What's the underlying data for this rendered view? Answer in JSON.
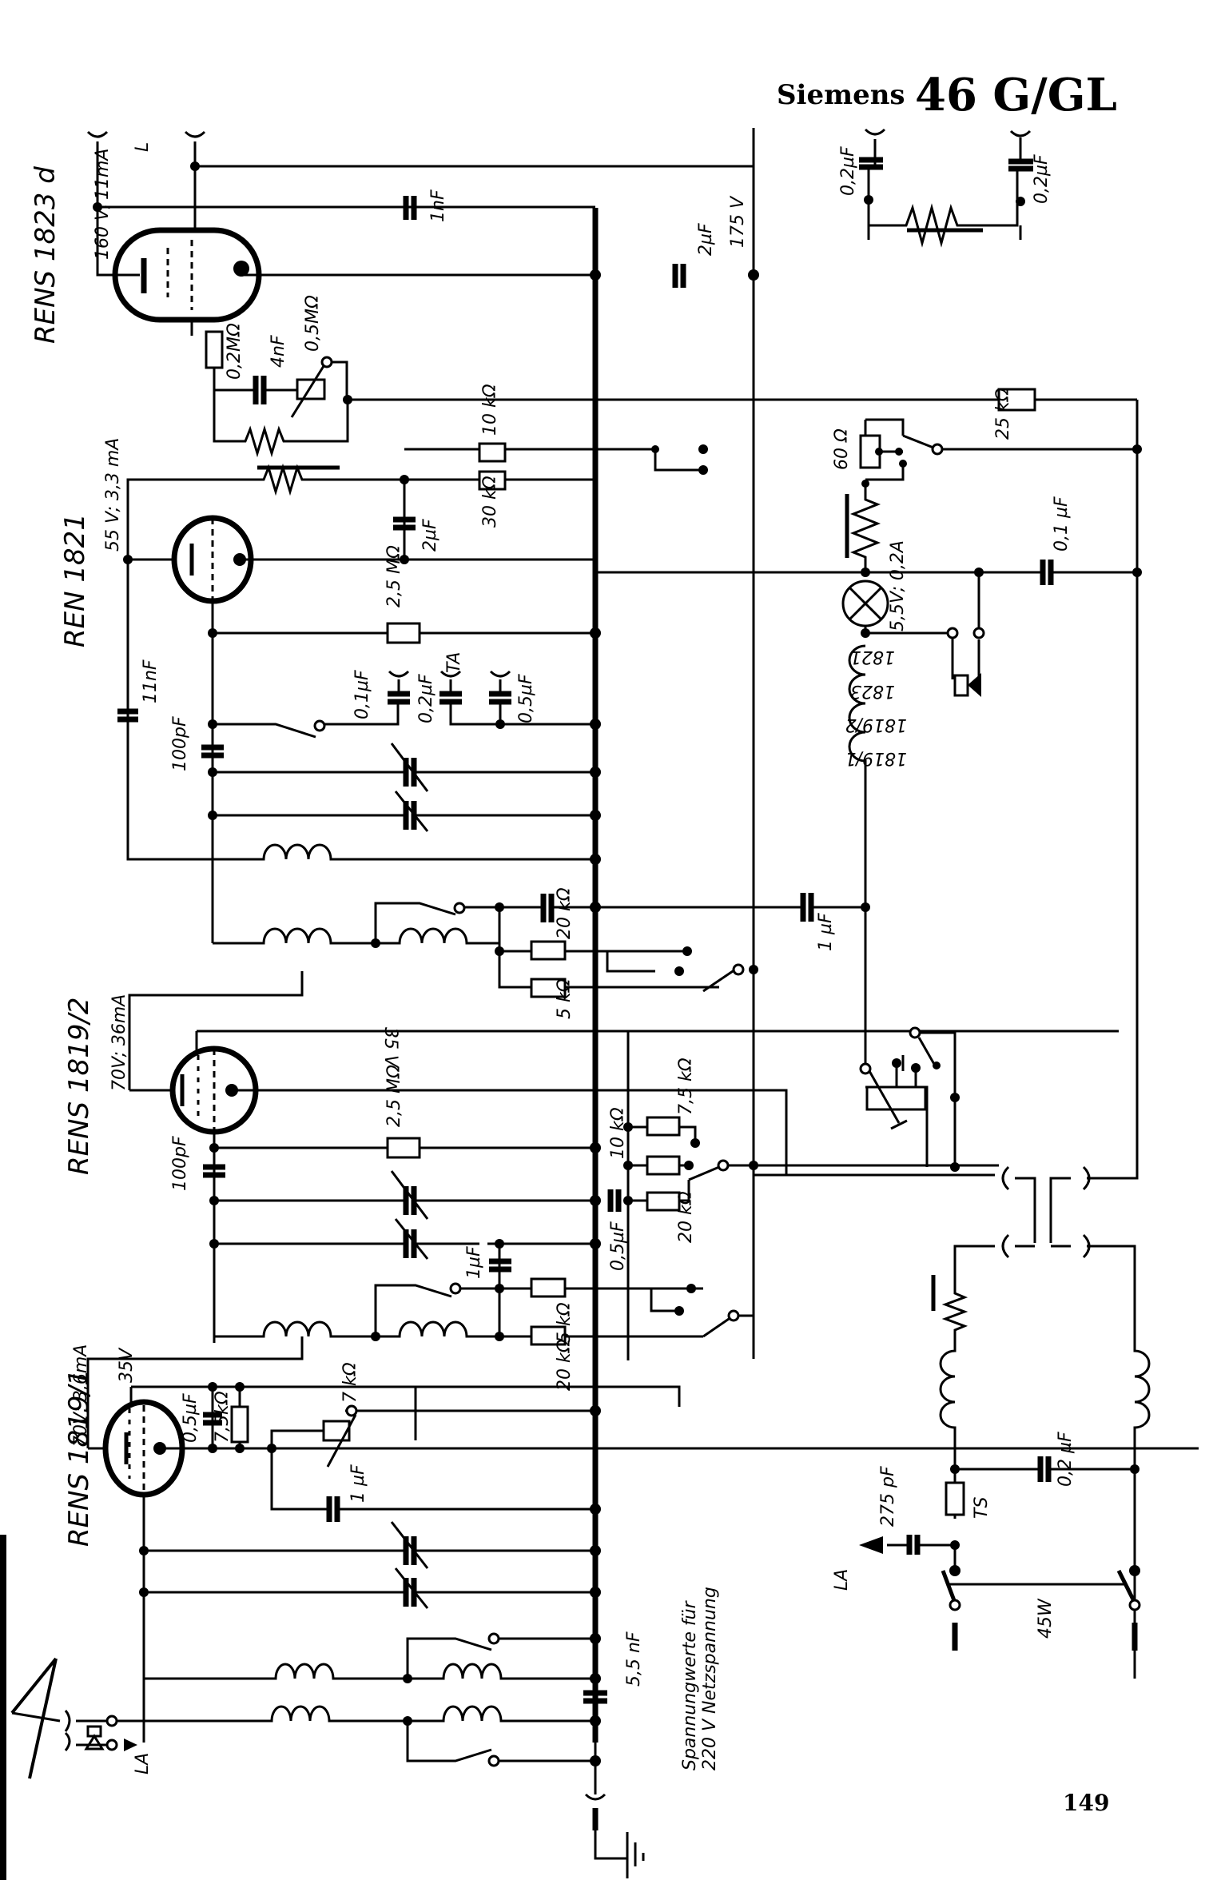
{
  "header": {
    "brand": "Siemens",
    "model": "46 G/GL"
  },
  "page_number": "149",
  "note": {
    "line1": "Spannungwerte für",
    "line2": "220 V Netzspannung"
  },
  "tubes": [
    {
      "name": "RENS 1823 d",
      "voltage": "160 V;",
      "current": "11mA"
    },
    {
      "name": "REN 1821",
      "rating": "55 V; 3,3 mA"
    },
    {
      "name": "RENS 1819/2",
      "rating": "70V; 36mA",
      "screen": "35 V"
    },
    {
      "name": "RENS 1819/1",
      "rating": "70V; 3,6mA",
      "screen": "35V"
    }
  ],
  "labels": {
    "speaker_L": "L",
    "anode_1nF": "1nF",
    "cap_2uF_top": "2µF",
    "supply_175V": "175 V",
    "res_02M": "0,2MΩ",
    "cap_4nF": "4nF",
    "pot_05M": "0,5MΩ",
    "res_10k": "10 kΩ",
    "res_30k": "30 kΩ",
    "cap_2uF_mid": "2µF",
    "res_25M_a": "2,5 MΩ",
    "cap_11nF": "11nF",
    "cap_01uF": "0,1µF",
    "cap_02uF_ta": "0,2µF",
    "ta": "TA",
    "cap_05uF_ta": "0,5µF",
    "cap_100pF_a": "100pF",
    "res_20k_a": "20 kΩ",
    "res_5k_a": "5 kΩ",
    "cap_1uF_coupling": "1 µF",
    "res_25M_b": "2,5 MΩ",
    "cap_100pF_b": "100pF",
    "res_10k_b": "10 kΩ",
    "res_75k_a": "7,5 kΩ",
    "res_20k_b": "20 kΩ",
    "cap_05uF_b": "0,5µF",
    "cap_1uF_b": "1µF",
    "res_5k_b": "5 kΩ",
    "res_20k_c": "20 kΩ",
    "cap_05uF_c": "0,5µF",
    "res_75k_b": "7,5kΩ",
    "pot_7k": "7 kΩ",
    "cap_1uF_c": "1 µF",
    "cap_55nF": "5,5 nF",
    "antenna_LA": "LA",
    "res_25k": "25 kΩ",
    "res_60": "60 Ω",
    "cap_01uF_right": "0,1 µF",
    "lamp": "5,5V; 0,2A",
    "heater_1821": "1821",
    "heater_1823": "1823",
    "heater_1819_2": "1819/2",
    "heater_1819_1": "1819/1",
    "cap_02uF_mains": "0,2 µF",
    "fuse_TS": "TS",
    "cap_275pF": "275 pF",
    "mains_LA": "LA",
    "power": "45W",
    "inset_cap_left": "0,2µF",
    "inset_cap_right": "0,2µF"
  }
}
